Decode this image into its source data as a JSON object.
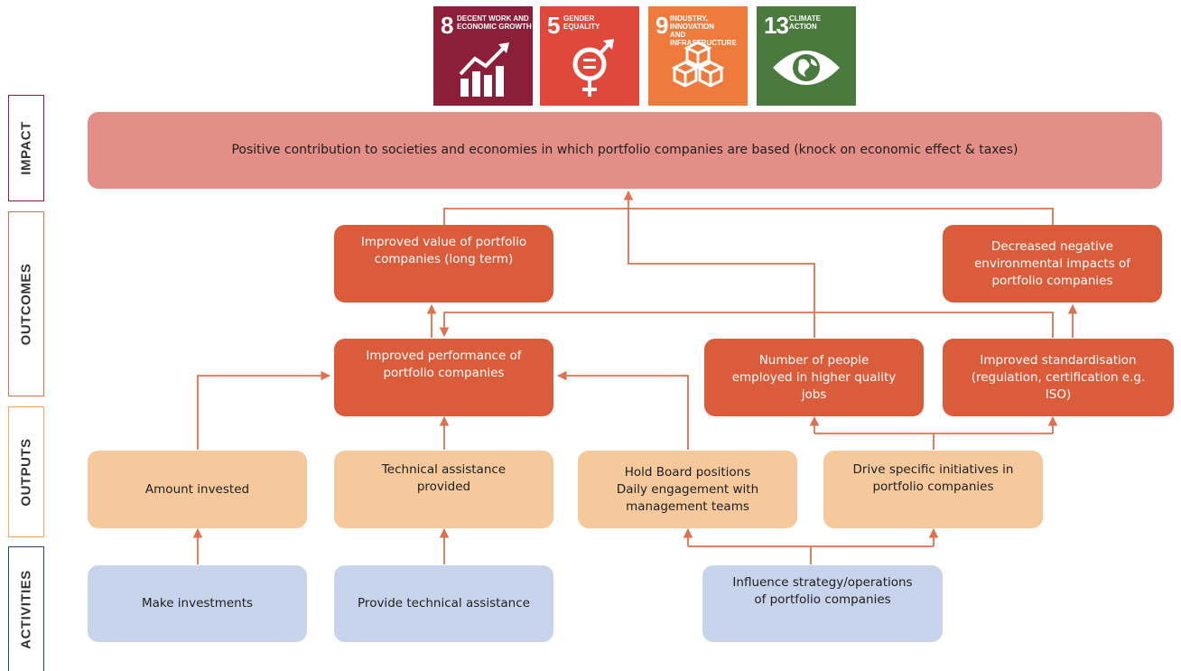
{
  "sdg_tiles": [
    {
      "number": "8",
      "label": "DECENT WORK AND\nECONOMIC GROWTH",
      "color": "#8b1f39",
      "icon": "growth-chart-icon"
    },
    {
      "number": "5",
      "label": "GENDER\nEQUALITY",
      "color": "#e0483b",
      "icon": "gender-equality-icon"
    },
    {
      "number": "9",
      "label": "INDUSTRY, INNOVATION\nAND INFRASTRUCTURE",
      "color": "#ee7b3b",
      "icon": "cubes-icon"
    },
    {
      "number": "13",
      "label": "CLIMATE\nACTION",
      "color": "#4b7a3e",
      "icon": "eye-globe-icon"
    }
  ],
  "side_labels": {
    "impact": "IMPACT",
    "outcomes": "OUTCOMES",
    "outputs": "OUTPUTS",
    "activities": "ACTIVITIES"
  },
  "impact": {
    "text": "Positive contribution to societies and economies in which portfolio companies are based (knock on economic effect & taxes)"
  },
  "outcomes": {
    "improved_value": "Improved value of portfolio\ncompanies (long term)",
    "decreased_impacts": "Decreased negative\nenvironmental impacts of\nportfolio companies",
    "improved_performance": "Improved performance of\nportfolio companies",
    "people_employed": "Number of people\nemployed in higher quality\njobs",
    "improved_standardisation": "Improved standardisation\n(regulation, certification e.g.\nISO)"
  },
  "outputs": {
    "amount_invested": "Amount invested",
    "technical_assistance": "Technical assistance\nprovided",
    "board_positions": "Hold Board positions\nDaily engagement with\nmanagement teams",
    "drive_initiatives": "Drive specific initiatives in\nportfolio companies"
  },
  "activities": {
    "make_investments": "Make investments",
    "provide_assistance": "Provide technical assistance",
    "influence_strategy": "Influence strategy/operations\nof portfolio companies"
  },
  "colors": {
    "impact": "#e38e86",
    "outcome": "#db5c3a",
    "output": "#f6c99d",
    "activity": "#c8d3ec",
    "connector": "#e0714f",
    "impact_border": "#8b1f39",
    "outcomes_border": "#e0714f",
    "outputs_border": "#f0a460",
    "activities_border": "#2b3f73"
  }
}
